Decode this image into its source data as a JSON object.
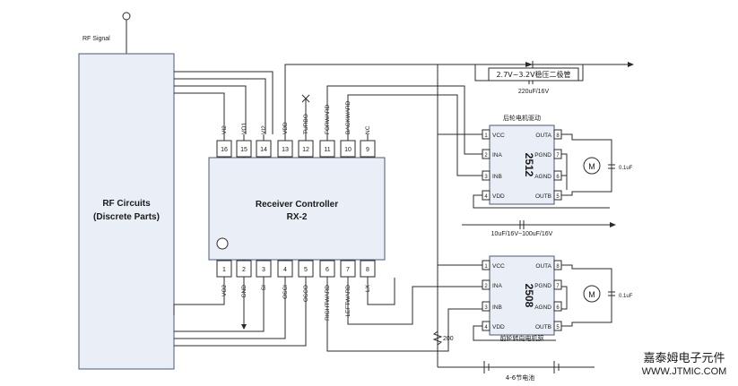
{
  "antenna": {
    "label": "RF Signal"
  },
  "rf_block": {
    "line1": "RF Circuits",
    "line2": "(Discrete Parts)"
  },
  "controller": {
    "line1": "Receiver Controller",
    "line2": "RX-2",
    "top_pins": [
      {
        "num": "16",
        "name": "VI2"
      },
      {
        "num": "15",
        "name": "VO1"
      },
      {
        "num": "14",
        "name": "VI2"
      },
      {
        "num": "13",
        "name": "VDD"
      },
      {
        "num": "12",
        "name": "TURBO"
      },
      {
        "num": "11",
        "name": "FORWARD"
      },
      {
        "num": "10",
        "name": "BACKWARD"
      },
      {
        "num": "9",
        "name": "NC"
      }
    ],
    "bottom_pins": [
      {
        "num": "1",
        "name": "VO2"
      },
      {
        "num": "2",
        "name": "GND"
      },
      {
        "num": "3",
        "name": "SI"
      },
      {
        "num": "4",
        "name": "OSCI"
      },
      {
        "num": "5",
        "name": "OSCO"
      },
      {
        "num": "6",
        "name": "RIGHTWARD"
      },
      {
        "num": "7",
        "name": "LEFTWARD"
      },
      {
        "num": "8",
        "name": "LX"
      }
    ]
  },
  "driver_top": {
    "caption": "后轮电机驱动",
    "part": "2512",
    "left_pins": [
      {
        "num": "1",
        "name": "VCC"
      },
      {
        "num": "2",
        "name": "INA"
      },
      {
        "num": "3",
        "name": "INB"
      },
      {
        "num": "4",
        "name": "VDD"
      }
    ],
    "right_pins": [
      {
        "num": "8",
        "name": "OUTA"
      },
      {
        "num": "7",
        "name": "PGND"
      },
      {
        "num": "6",
        "name": "AGND"
      },
      {
        "num": "5",
        "name": "OUTB"
      }
    ],
    "motor": "M",
    "cap": "0.1uF"
  },
  "driver_bottom": {
    "caption": "前轮转向电机驱",
    "part": "2508",
    "left_pins": [
      {
        "num": "1",
        "name": "VCC"
      },
      {
        "num": "2",
        "name": "INA"
      },
      {
        "num": "3",
        "name": "INB"
      },
      {
        "num": "4",
        "name": "VDD"
      }
    ],
    "right_pins": [
      {
        "num": "8",
        "name": "OUTA"
      },
      {
        "num": "7",
        "name": "PGND"
      },
      {
        "num": "6",
        "name": "AGND"
      },
      {
        "num": "5",
        "name": "OUTB"
      }
    ],
    "motor": "M",
    "cap": "0.1uF"
  },
  "zener_label": "2.7V~3.2V稳压二极管",
  "cap_top": "220uF/16V",
  "cap_mid": "10uF/16V~100uF/16V",
  "resistor": "200",
  "battery": "4-6节电池",
  "watermark": {
    "cn": "嘉泰姆电子元件",
    "url": "WWW.JTMIC.COM"
  },
  "colors": {
    "chip_fill": "#e9eef7",
    "chip_stroke": "#4a5a78",
    "wire": "#2b2b2b",
    "watermark": "#3a8a4a"
  }
}
